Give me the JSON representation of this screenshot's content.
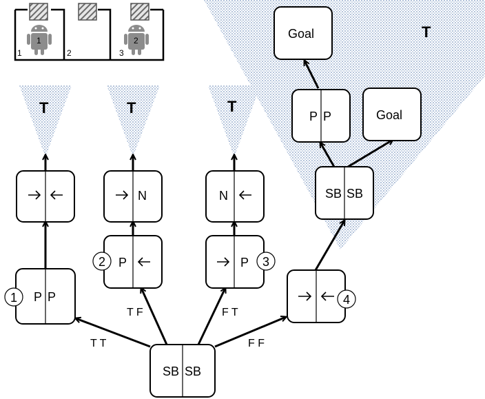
{
  "tree_label": "T",
  "room": {
    "cell_labels": [
      "1",
      "2",
      "3"
    ],
    "robot_labels": [
      "1",
      "2"
    ]
  },
  "nodes": {
    "root": {
      "left": "SB",
      "right": "SB"
    },
    "n1": {
      "left": "P",
      "right": "P",
      "badge": "1"
    },
    "n2": {
      "left": "P",
      "right": "arrow-left-icon",
      "badge": "2"
    },
    "n3": {
      "left": "arrow-right-icon",
      "right": "P",
      "badge": "3"
    },
    "n4": {
      "left": "arrow-right-icon",
      "right": "arrow-left-icon",
      "badge": "4"
    },
    "c1": {
      "left": "arrow-right-icon",
      "right": "arrow-left-icon"
    },
    "c2": {
      "left": "arrow-right-icon",
      "right": "N"
    },
    "c3": {
      "left": "N",
      "right": "arrow-left-icon"
    },
    "sb2": {
      "left": "SB",
      "right": "SB"
    },
    "pp2": {
      "left": "P",
      "right": "P"
    },
    "goal1": {
      "label": "Goal"
    },
    "goal2": {
      "label": "Goal"
    }
  },
  "edges": {
    "tt": "T T",
    "tf": "T F",
    "ft": "F T",
    "ff": "F F"
  },
  "colors": {
    "stroke": "#000000",
    "dots": "#8fa7c8",
    "robot": "#8c8c8c"
  }
}
